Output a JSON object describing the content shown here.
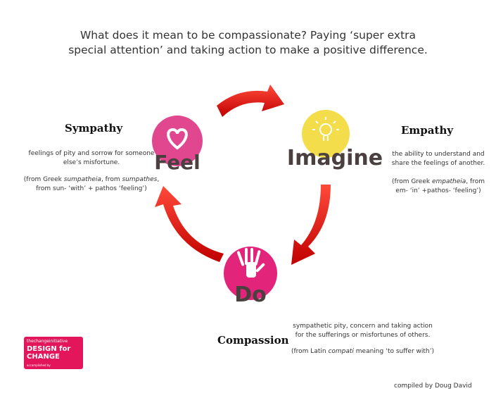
{
  "title_line1": "What does it mean to be compassionate? Paying ‘super extra",
  "title_line2": "special attention’ and taking action to make a positive difference.",
  "sympathy": {
    "heading": "Sympathy",
    "def_line1": "feelings of pity and sorrow for someone",
    "def_line2": "else’s misfortune.",
    "origin_pre": "(from Greek ",
    "origin_word1": "sumpatheia",
    "origin_mid": ", from ",
    "origin_word2": "sumpathes",
    "origin_post": ",",
    "origin_line2": "from sun- ‘with’ + pathos ‘feeling’)"
  },
  "empathy": {
    "heading": "Empathy",
    "def_line1": "the ability to understand and",
    "def_line2": "share the feelings of another.",
    "origin_pre": "(from Greek ",
    "origin_word": "empatheia",
    "origin_post": ", from",
    "origin_line2": "em- ‘in’ +pathos- ‘feeling’)"
  },
  "compassion": {
    "heading": "Compassion",
    "def_line1": "sympathetic pity, concern and taking action",
    "def_line2": "for the sufferings or misfortunes of others.",
    "origin_pre": "(from Latin ",
    "origin_word": "compati",
    "origin_post": " meaning ‘to suffer with’)"
  },
  "icons": {
    "feel_label": "Feel",
    "imagine_label": "Imagine",
    "do_label": "Do",
    "feel_color": "#e0478f",
    "imagine_color": "#f3dd4a",
    "do_color": "#e2257a",
    "arrow_color": "#e8120c"
  },
  "logo": {
    "line1": "thechangeinitiative",
    "line2": "DESIGN for",
    "line3": "CHANGE",
    "line4": "accomplished by"
  },
  "credit": "compiled by Doug David"
}
